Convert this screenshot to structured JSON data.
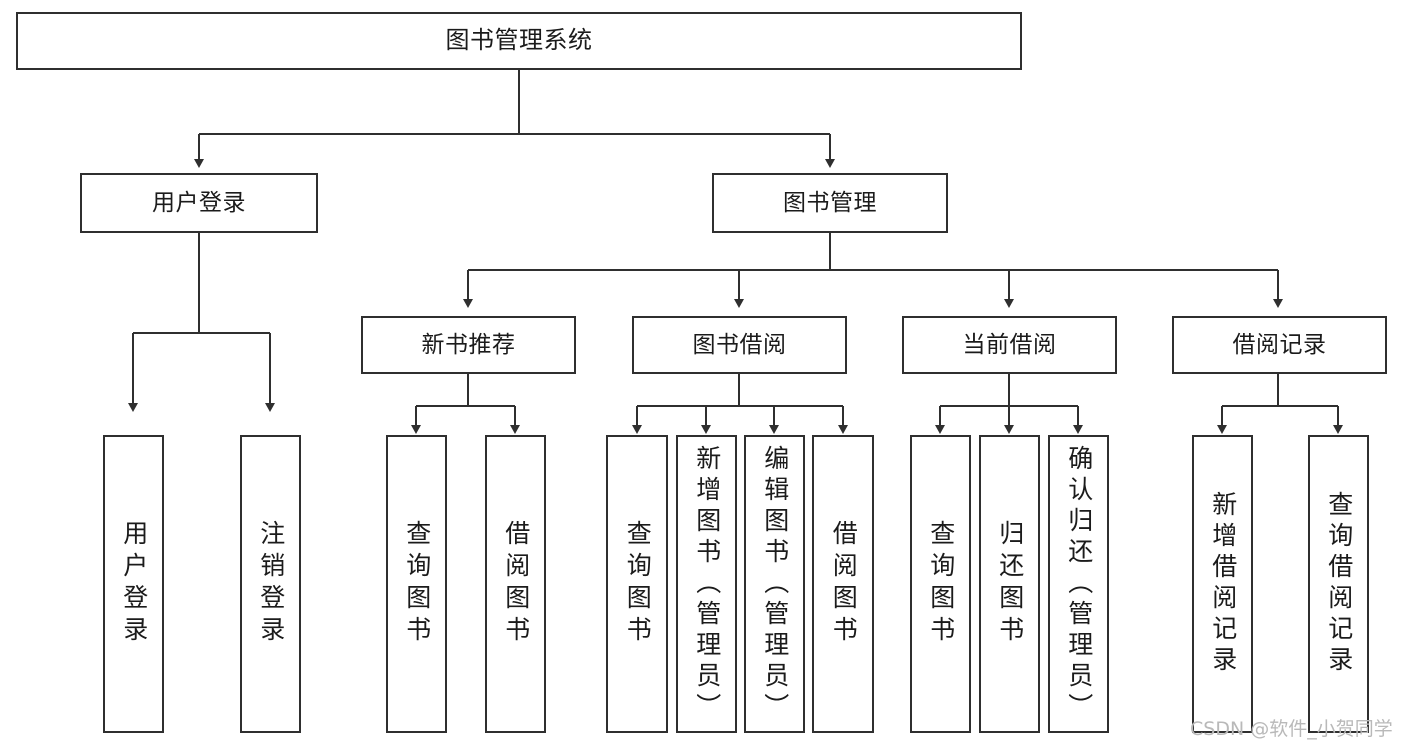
{
  "diagram": {
    "type": "tree-hierarchy-chart",
    "title": "图书管理系统",
    "colors": {
      "box_border": "#2f2f2f",
      "box_fill": "#ffffff",
      "edge": "#2f2f2f",
      "text": "#1b1b1b",
      "watermark": "#b9b9b9",
      "background": "#ffffff"
    },
    "watermark": "CSDN @软件_小贺同学",
    "nodes": {
      "root": {
        "label": "图书管理系统"
      },
      "level1": [
        {
          "id": "user-login",
          "label": "用户登录"
        },
        {
          "id": "book-management",
          "label": "图书管理"
        }
      ],
      "level2": [
        {
          "id": "new-book-recommend",
          "label": "新书推荐"
        },
        {
          "id": "book-borrow",
          "label": "图书借阅"
        },
        {
          "id": "current-borrow",
          "label": "当前借阅"
        },
        {
          "id": "borrow-record",
          "label": "借阅记录"
        }
      ],
      "leaves": {
        "user_login": [
          {
            "id": "leaf-user-login",
            "label": "用户登录"
          },
          {
            "id": "leaf-logout-login",
            "label": "注销登录"
          }
        ],
        "new_book_recommend": [
          {
            "id": "leaf-query-book-1",
            "label": "查询图书"
          },
          {
            "id": "leaf-borrow-book-1",
            "label": "借阅图书"
          }
        ],
        "book_borrow": [
          {
            "id": "leaf-query-book-2",
            "label": "查询图书"
          },
          {
            "id": "leaf-add-book",
            "label": "新增图书（管理员）"
          },
          {
            "id": "leaf-edit-book",
            "label": "编辑图书（管理员）"
          },
          {
            "id": "leaf-borrow-book-2",
            "label": "借阅图书"
          }
        ],
        "current_borrow": [
          {
            "id": "leaf-query-book-3",
            "label": "查询图书"
          },
          {
            "id": "leaf-return-book",
            "label": "归还图书"
          },
          {
            "id": "leaf-confirm-return",
            "label": "确认归还（管理员）"
          }
        ],
        "borrow_record": [
          {
            "id": "leaf-add-record",
            "label": "新增借阅记录"
          },
          {
            "id": "leaf-query-record",
            "label": "查询借阅记录"
          }
        ]
      }
    }
  }
}
